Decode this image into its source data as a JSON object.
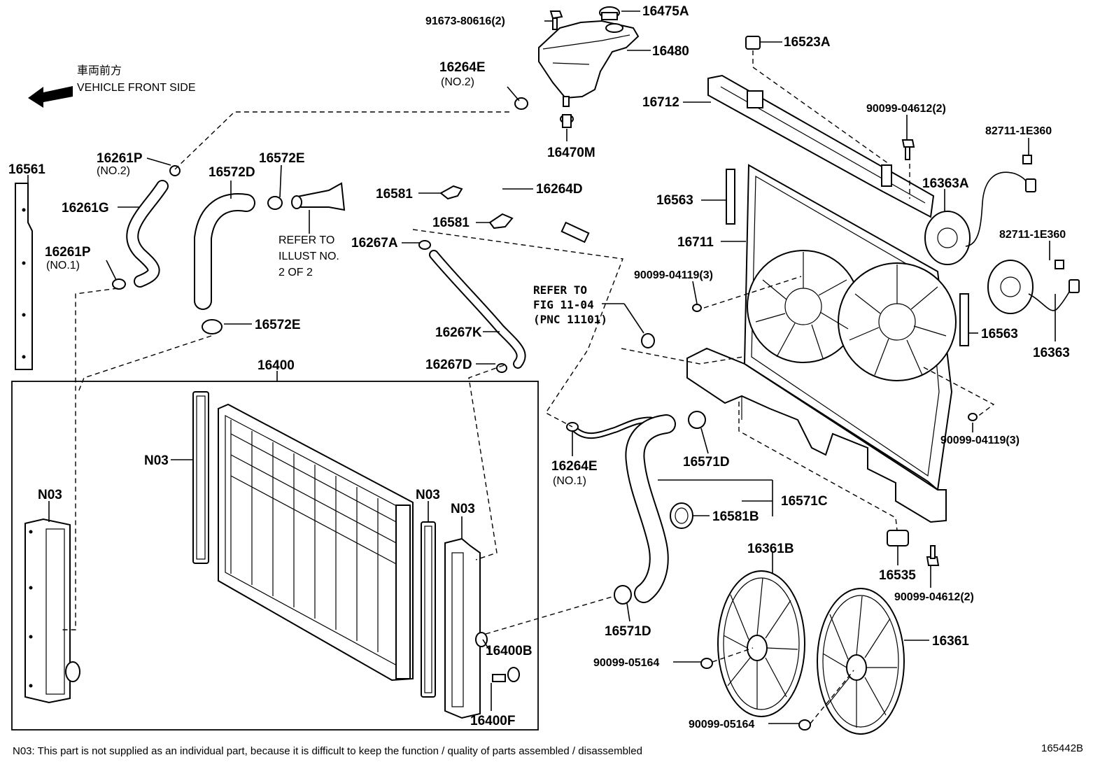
{
  "direction": {
    "jp": "車両前方",
    "en": "VEHICLE FRONT SIDE"
  },
  "labels": {
    "p91673": "91673-80616(2)",
    "p16475A": "16475A",
    "p16480": "16480",
    "p16523A": "16523A",
    "p16264E_top": "16264E",
    "no2_a": "(NO.2)",
    "p16712": "16712",
    "p90099_04612_top": "90099-04612(2)",
    "p82711_a": "82711-1E360",
    "p16470M": "16470M",
    "p16261P_top": "16261P",
    "no2_b": "(NO.2)",
    "p16561": "16561",
    "p16572D": "16572D",
    "p16572E_top": "16572E",
    "p16264D": "16264D",
    "p16261G": "16261G",
    "p16581_a": "16581",
    "p16563_top": "16563",
    "p16363A": "16363A",
    "p16581_b": "16581",
    "p16261P_bot": "16261P",
    "no1_a": "(NO.1)",
    "refer_illust_1": "REFER TO",
    "refer_illust_2": "ILLUST NO.",
    "refer_illust_3": "2 OF 2",
    "p16267A": "16267A",
    "p16711": "16711",
    "p82711_b": "82711-1E360",
    "p90099_04119_top": "90099-04119(3)",
    "refer_fig_1": "REFER TO",
    "refer_fig_2": "FIG 11-04",
    "refer_fig_3": "(PNC 11101)",
    "p16572E_bot": "16572E",
    "p16267K": "16267K",
    "p16563_bot": "16563",
    "p16363": "16363",
    "p16400": "16400",
    "p16267D": "16267D",
    "p90099_04119_bot": "90099-04119(3)",
    "p16264E_bot": "16264E",
    "no1_b": "(NO.1)",
    "p16571D_top": "16571D",
    "n03_a": "N03",
    "p16571C": "16571C",
    "n03_b": "N03",
    "n03_c": "N03",
    "n03_d": "N03",
    "p16581B": "16581B",
    "p16535": "16535",
    "p16361B": "16361B",
    "p90099_04612_bot": "90099-04612(2)",
    "p16571D_bot": "16571D",
    "p16361": "16361",
    "p16400B": "16400B",
    "p90099_05164_a": "90099-05164",
    "p16400F": "16400F",
    "p90099_05164_b": "90099-05164"
  },
  "footnote": "N03: This part is not supplied as an individual part, because it is difficult to keep the function / quality of parts assembled / disassembled",
  "figure_id": "165442B"
}
